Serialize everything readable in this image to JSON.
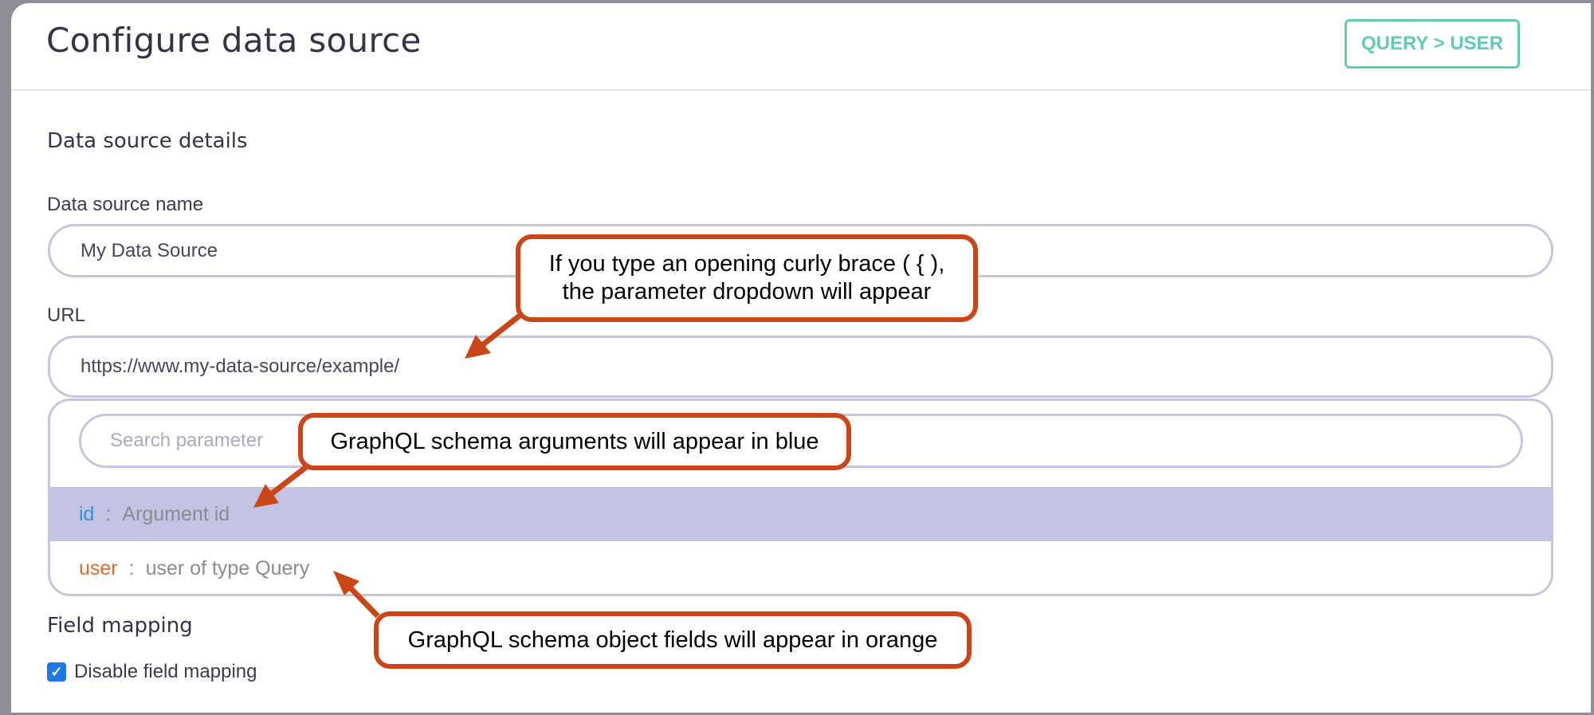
{
  "header": {
    "title": "Configure data source",
    "breadcrumb_button": "QUERY > USER"
  },
  "details": {
    "section_title": "Data source details",
    "name_label": "Data source name",
    "name_value": "My Data Source",
    "url_label": "URL",
    "url_value": "https://www.my-data-source/example/"
  },
  "dropdown": {
    "search_placeholder": "Search parameter",
    "options": [
      {
        "key": "id",
        "separator": ":",
        "description": "Argument id",
        "key_color": "#3b8fd6",
        "selected": true
      },
      {
        "key": "user",
        "separator": ":",
        "description": "user of type Query",
        "key_color": "#e06a2c",
        "selected": false
      }
    ]
  },
  "field_mapping": {
    "title": "Field mapping",
    "checkbox_label": "Disable field mapping",
    "checked": true
  },
  "callouts": {
    "curly_line1": "If you type an opening curly brace ( { ),",
    "curly_line2": "the parameter dropdown will appear",
    "blue": "GraphQL schema arguments will appear in blue",
    "orange": "GraphQL schema object fields will appear in orange"
  },
  "colors": {
    "accent_teal": "#5ecdb3",
    "callout_border": "#cc4517",
    "argument_blue": "#3b8fd6",
    "field_orange": "#e06a2c"
  }
}
